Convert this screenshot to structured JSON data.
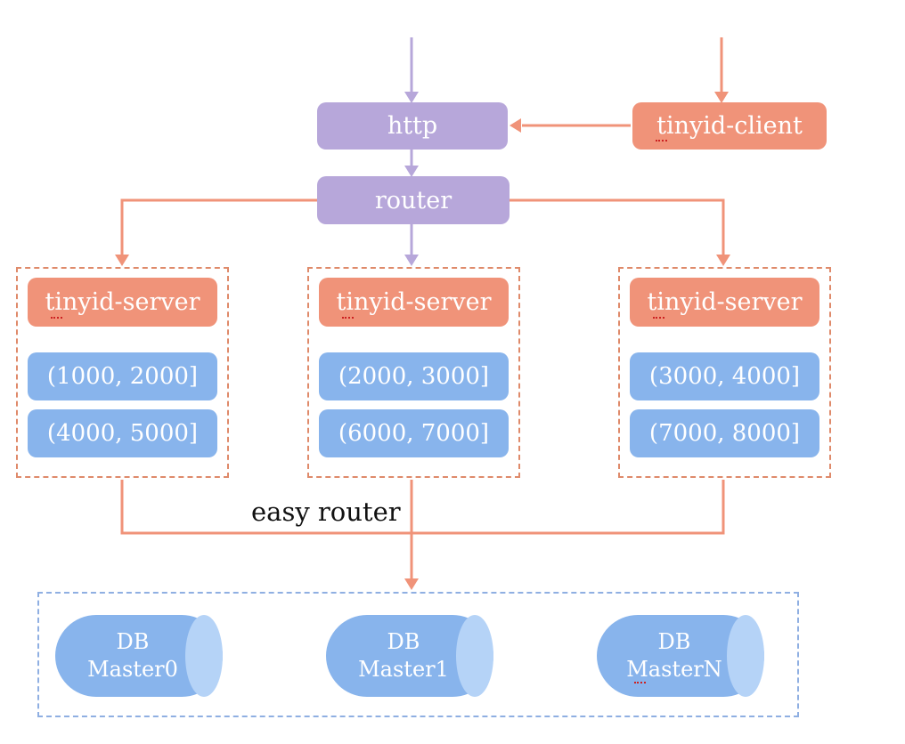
{
  "nodes": {
    "http": "http",
    "client": "tinyid-client",
    "router": "router"
  },
  "servers": [
    {
      "label": "tinyid-server",
      "ranges": [
        "(1000, 2000]",
        "(4000, 5000]"
      ]
    },
    {
      "label": "tinyid-server",
      "ranges": [
        "(2000, 3000]",
        "(6000, 7000]"
      ]
    },
    {
      "label": "tinyid-server",
      "ranges": [
        "(3000, 4000]",
        "(7000, 8000]"
      ]
    }
  ],
  "easy_router": "easy router",
  "databases": [
    {
      "line1": "DB",
      "line2": "Master0"
    },
    {
      "line1": "DB",
      "line2": "Master1"
    },
    {
      "line1": "DB",
      "line2": "MasterN"
    }
  ],
  "colors": {
    "purple": "#b7a7da",
    "salmon": "#f09379",
    "blue": "#88b4ec",
    "blue_light": "#b5d3f7",
    "server_border": "#df8a6a",
    "db_border": "#8fafe2",
    "squiggle": "#cc2222"
  }
}
